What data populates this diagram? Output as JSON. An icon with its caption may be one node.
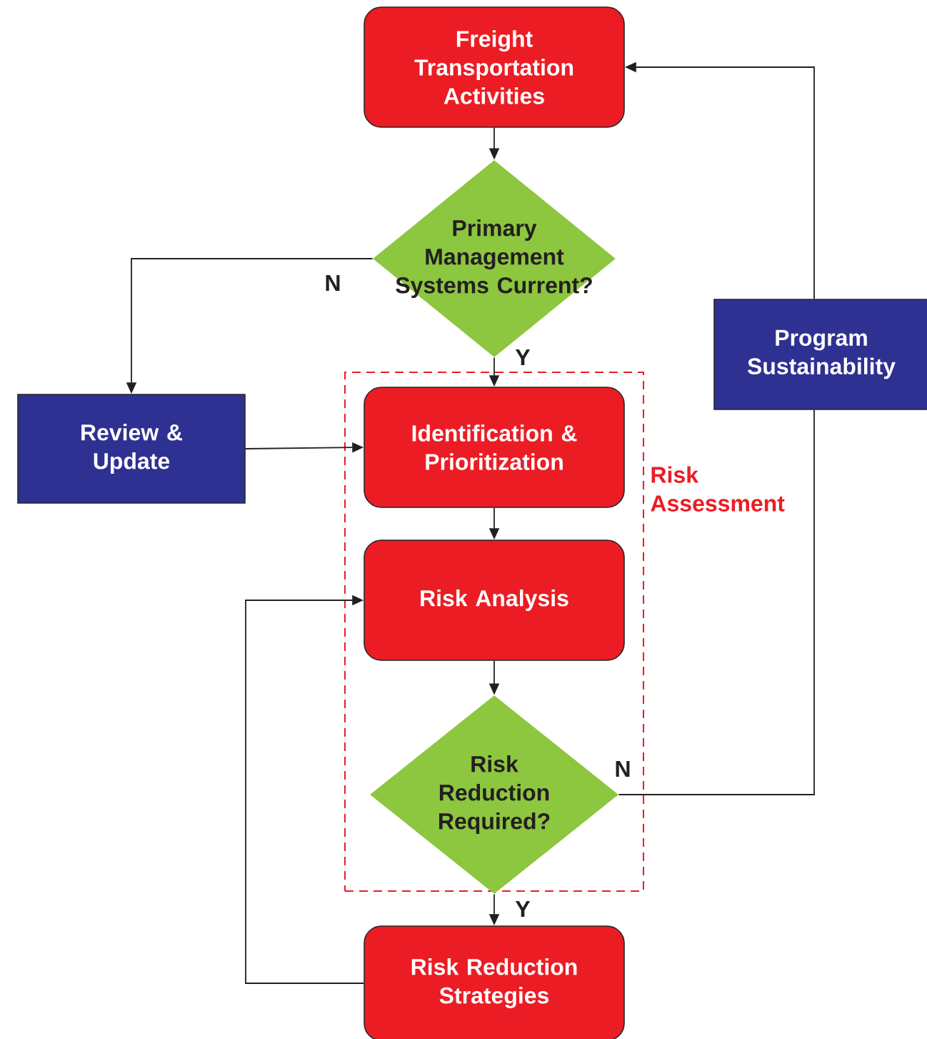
{
  "diagram": {
    "nodes": [
      {
        "text": [
          "Freight Transportation Activities"
        ]
      },
      {
        "text": [
          "Primary Management Systems Current?"
        ]
      },
      {
        "text": [
          "Program Sustainability"
        ]
      },
      {
        "text": [
          "Review & Update"
        ]
      },
      {
        "text": [
          "Risk Assessment"
        ]
      },
      {
        "text": [
          "Identification & Prioritization"
        ],
        "in": 4
      },
      {
        "text": [
          "Risk Analysis"
        ],
        "in": 4
      },
      {
        "text": [
          "Risk Reduction Required?"
        ],
        "in": 4
      },
      {
        "text": [
          "Risk Reduction Strategies"
        ]
      }
    ],
    "edges": [
      {
        "from": 0,
        "to": 1,
        "arrow": "to"
      },
      {
        "from": 1,
        "to": 3,
        "arrow": "to",
        "label": "N"
      },
      {
        "from": 1,
        "to": 5,
        "arrow": "to",
        "label": "Y"
      },
      {
        "from": 3,
        "to": 5,
        "arrow": "to"
      },
      {
        "from": 5,
        "to": 6,
        "arrow": "to"
      },
      {
        "from": 6,
        "to": 7,
        "arrow": "to"
      },
      {
        "from": 7,
        "to": 2,
        "arrow": "none",
        "label": "N"
      },
      {
        "from": 2,
        "to": 0,
        "arrow": "to"
      },
      {
        "from": 7,
        "to": 8,
        "arrow": "to",
        "label": "Y"
      },
      {
        "from": 8,
        "to": 6,
        "arrow": "to"
      }
    ]
  }
}
